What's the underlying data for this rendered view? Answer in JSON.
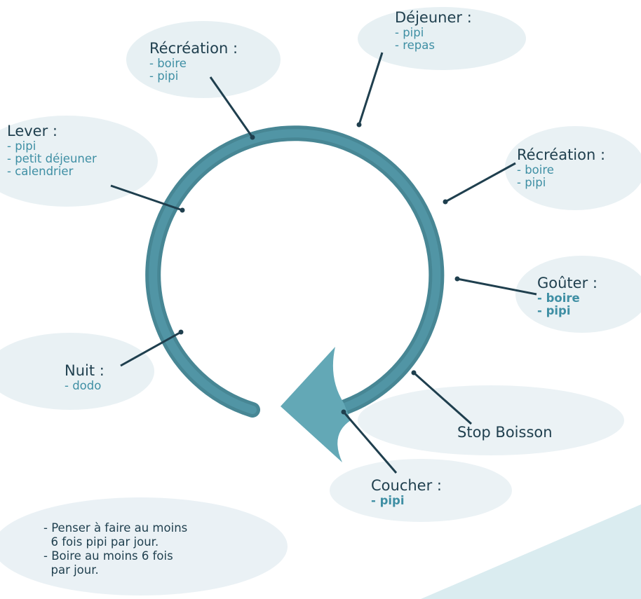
{
  "colors": {
    "ring": "#4f9aaa",
    "ring_dark": "#3d7f8e",
    "title": "#1f3f4e",
    "item": "#3f8fa4",
    "wash": "#dce8ee"
  },
  "steps": [
    {
      "title": "Lever :",
      "items": [
        "- pipi",
        "- petit déjeuner",
        "- calendrier"
      ]
    },
    {
      "title": "Récréation :",
      "items": [
        "- boire",
        "- pipi"
      ]
    },
    {
      "title": "Déjeuner :",
      "items": [
        "- pipi",
        "- repas"
      ]
    },
    {
      "title": "Récréation :",
      "items": [
        "- boire",
        "- pipi"
      ]
    },
    {
      "title": "Goûter :",
      "items": [
        "- boire",
        "- pipi"
      ]
    },
    {
      "title": "Stop Boisson",
      "items": []
    },
    {
      "title": "Coucher :",
      "items": [
        "- pipi"
      ]
    },
    {
      "title": "Nuit :",
      "items": [
        "- dodo"
      ]
    }
  ],
  "note": {
    "lines": [
      "- Penser à faire au moins",
      "  6 fois pipi par jour.",
      "- Boire au moins 6 fois",
      "  par jour."
    ]
  }
}
